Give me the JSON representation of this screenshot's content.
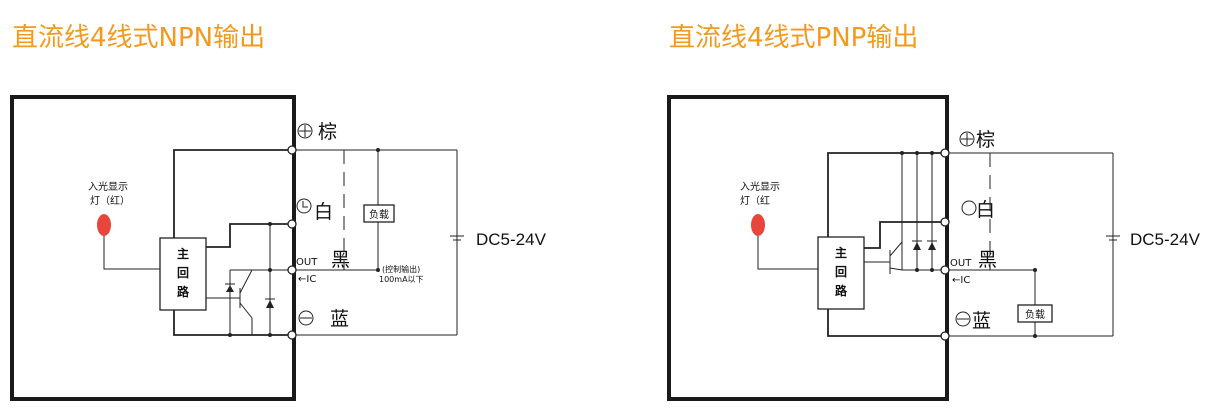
{
  "npn": {
    "title": "直流线4线式NPN输出",
    "led_label_line1": "入光显示",
    "led_label_line2": "灯（红）",
    "main_circuit": [
      "主",
      "回",
      "路"
    ],
    "wire_brown": "棕",
    "wire_white": "白",
    "wire_black": "黑",
    "wire_blue": "蓝",
    "out_label": "OUT",
    "ic_label": "←IC",
    "load_label": "负载",
    "control_note_line1": "(控制输出)",
    "control_note_line2": "100mA以下",
    "supply_label": "DC5-24V"
  },
  "pnp": {
    "title": "直流线4线式PNP输出",
    "led_label_line1": "入光显示",
    "led_label_line2": "灯（红",
    "main_circuit": [
      "主",
      "回",
      "路"
    ],
    "wire_brown": "棕",
    "wire_white": "白",
    "wire_black": "黑",
    "wire_blue": "蓝",
    "out_label": "OUT",
    "ic_label": "←IC",
    "load_label": "负载",
    "supply_label": "DC5-24V"
  },
  "colors": {
    "title": "#f39a1e",
    "led": "#e8453c",
    "line": "#222222"
  }
}
